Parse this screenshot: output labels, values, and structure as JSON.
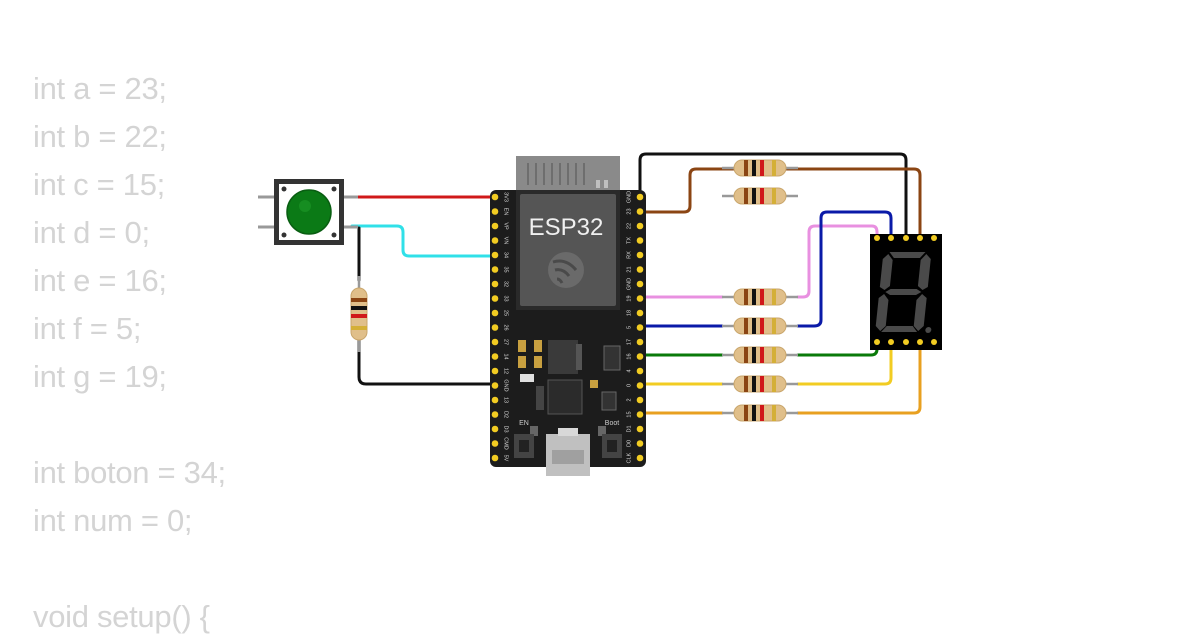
{
  "code": {
    "lines": [
      "int a = 23;",
      "int b = 22;",
      "int c = 15;",
      "int d = 0;",
      "int e = 16;",
      "int f = 5;",
      "int g = 19;",
      "",
      "int boton = 34;",
      "int num = 0;",
      "",
      "void setup() {"
    ]
  },
  "board": {
    "label": "ESP32",
    "left_pins": [
      "3V3",
      "EN",
      "VP",
      "VN",
      "34",
      "35",
      "32",
      "33",
      "25",
      "26",
      "27",
      "14",
      "12",
      "GND",
      "13",
      "D2",
      "D3",
      "CMD",
      "5V"
    ],
    "right_pins": [
      "GND",
      "23",
      "22",
      "TX",
      "RX",
      "21",
      "GND",
      "19",
      "18",
      "5",
      "17",
      "16",
      "4",
      "0",
      "2",
      "15",
      "D1",
      "D0",
      "CLK"
    ],
    "en_label": "EN",
    "boot_label": "Boot"
  },
  "wire_colors": {
    "red": "#d0181a",
    "cyan": "#30e0e8",
    "black": "#111111",
    "brown": "#8b4513",
    "pink": "#e890e0",
    "navy": "#0a1aa8",
    "green": "#0a7a0a",
    "yellow": "#f2cc22",
    "orange": "#e8a020"
  }
}
